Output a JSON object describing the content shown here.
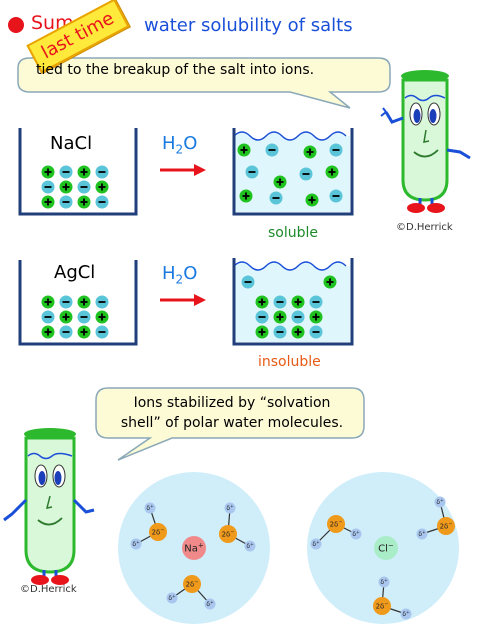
{
  "header": {
    "title_partial": "Sum",
    "title_main": "water solubility of salts",
    "sticker": "last time"
  },
  "bubble_top": {
    "text": "tied to the breakup of the salt into ions."
  },
  "row1": {
    "formula": "NaCl",
    "water": "H",
    "water_sub": "2",
    "water_tail": "O",
    "result": "soluble"
  },
  "row2": {
    "formula": "AgCl",
    "water": "H",
    "water_sub": "2",
    "water_tail": "O",
    "result": "insoluble"
  },
  "credits": {
    "top": "©D.Herrick",
    "bottom": "©D.Herrick"
  },
  "bubble_bottom": {
    "line1": "Ions stabilized by “solvation",
    "line2": "shell” of polar water molecules."
  },
  "solvation": {
    "cation": "Na",
    "cation_sup": "+",
    "anion": "Cl",
    "anion_sup": "−",
    "delta_minus": "2δ",
    "delta_minus_sup": "−",
    "delta_plus": "δ",
    "delta_plus_sup": "+"
  },
  "colors": {
    "title_red": "#e8141c",
    "title_blue": "#1a4fd8",
    "ion_plus": "#1fc21f",
    "ion_minus": "#5ac4d8",
    "water_fill": "#dff7fc",
    "tube_green": "#2db92d",
    "oxygen": "#f09a1c",
    "hydrogen": "#a9c6ef",
    "sphere": "#cfeefa",
    "na": "#f08a8a",
    "cl": "#a9ecc8"
  }
}
